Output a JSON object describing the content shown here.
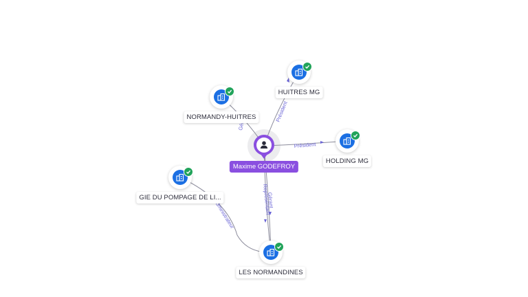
{
  "center": {
    "name": "Maxime GODEFROY",
    "icon": "person-icon",
    "color": "#8a4fe0"
  },
  "companies": [
    {
      "id": "huitres",
      "name": "HUITRES MG",
      "icon": "building-icon",
      "verified": true
    },
    {
      "id": "normandy",
      "name": "NORMANDY-HUITRES",
      "icon": "building-icon",
      "verified": true
    },
    {
      "id": "holding",
      "name": "HOLDING MG",
      "icon": "building-icon",
      "verified": true
    },
    {
      "id": "gie",
      "name": "GIE DU POMPAGE DE LI...",
      "icon": "building-icon",
      "verified": true
    },
    {
      "id": "normandines",
      "name": "LES NORMANDINES",
      "icon": "building-icon",
      "verified": true
    }
  ],
  "relations": [
    {
      "from": "center",
      "to": "huitres",
      "label": "Président"
    },
    {
      "from": "center",
      "to": "normandy",
      "label": "Gérant"
    },
    {
      "from": "center",
      "to": "holding",
      "label": "Président"
    },
    {
      "from": "center",
      "to": "normandines",
      "label": "Gérant"
    },
    {
      "from": "center",
      "to": "normandines",
      "label": "Représentant"
    },
    {
      "from": "gie",
      "to": "normandines",
      "label": "Administrateur"
    }
  ],
  "colors": {
    "company": "#1b6fe3",
    "verified": "#21a35a",
    "edge_label": "#6a64d6"
  }
}
